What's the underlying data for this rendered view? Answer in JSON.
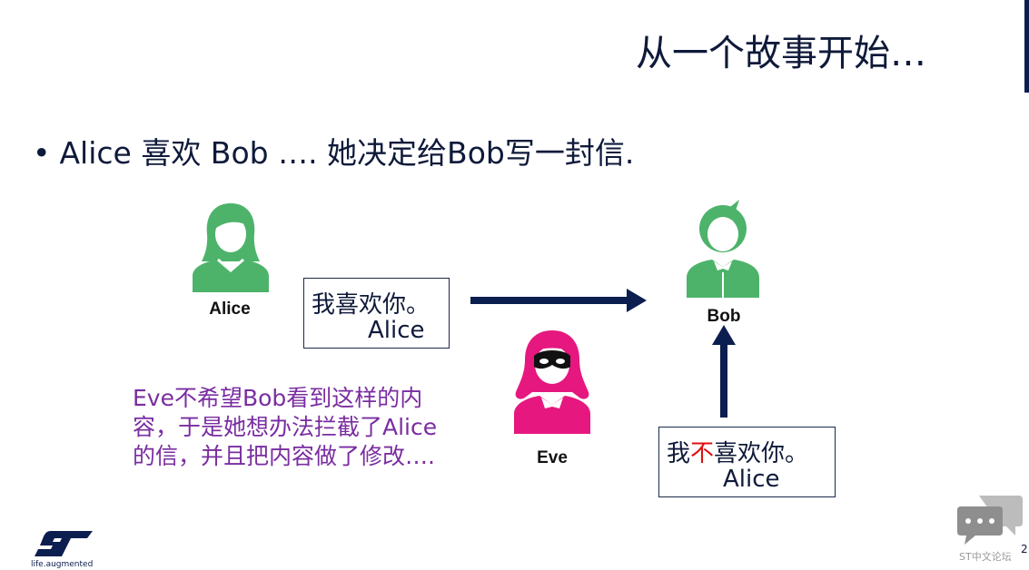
{
  "slide": {
    "title": "从一个故事开始…",
    "bullet": "Alice 喜欢 Bob …. 她决定给Bob写一封信.",
    "page_number": "2"
  },
  "people": {
    "alice": "Alice",
    "bob": "Bob",
    "eve": "Eve"
  },
  "letter_original": {
    "line1": "我喜欢你。",
    "signature": "Alice"
  },
  "letter_modified": {
    "prefix": "我",
    "inserted": "不",
    "suffix": "喜欢你。",
    "signature": "Alice"
  },
  "eve_note": "Eve不希望Bob看到这样的内容，于是她想办法拦截了Alice的信，并且把内容做了修改….",
  "branding": {
    "logo_tagline": "life.augmented",
    "forum_label": "ST中文论坛"
  },
  "colors": {
    "accent": "#0c1e4f",
    "person_green": "#4db36a",
    "eve_pink": "#e6177f",
    "note_purple": "#7a2da0",
    "highlight_red": "#e01010",
    "arrow": "#0c1e4f"
  }
}
